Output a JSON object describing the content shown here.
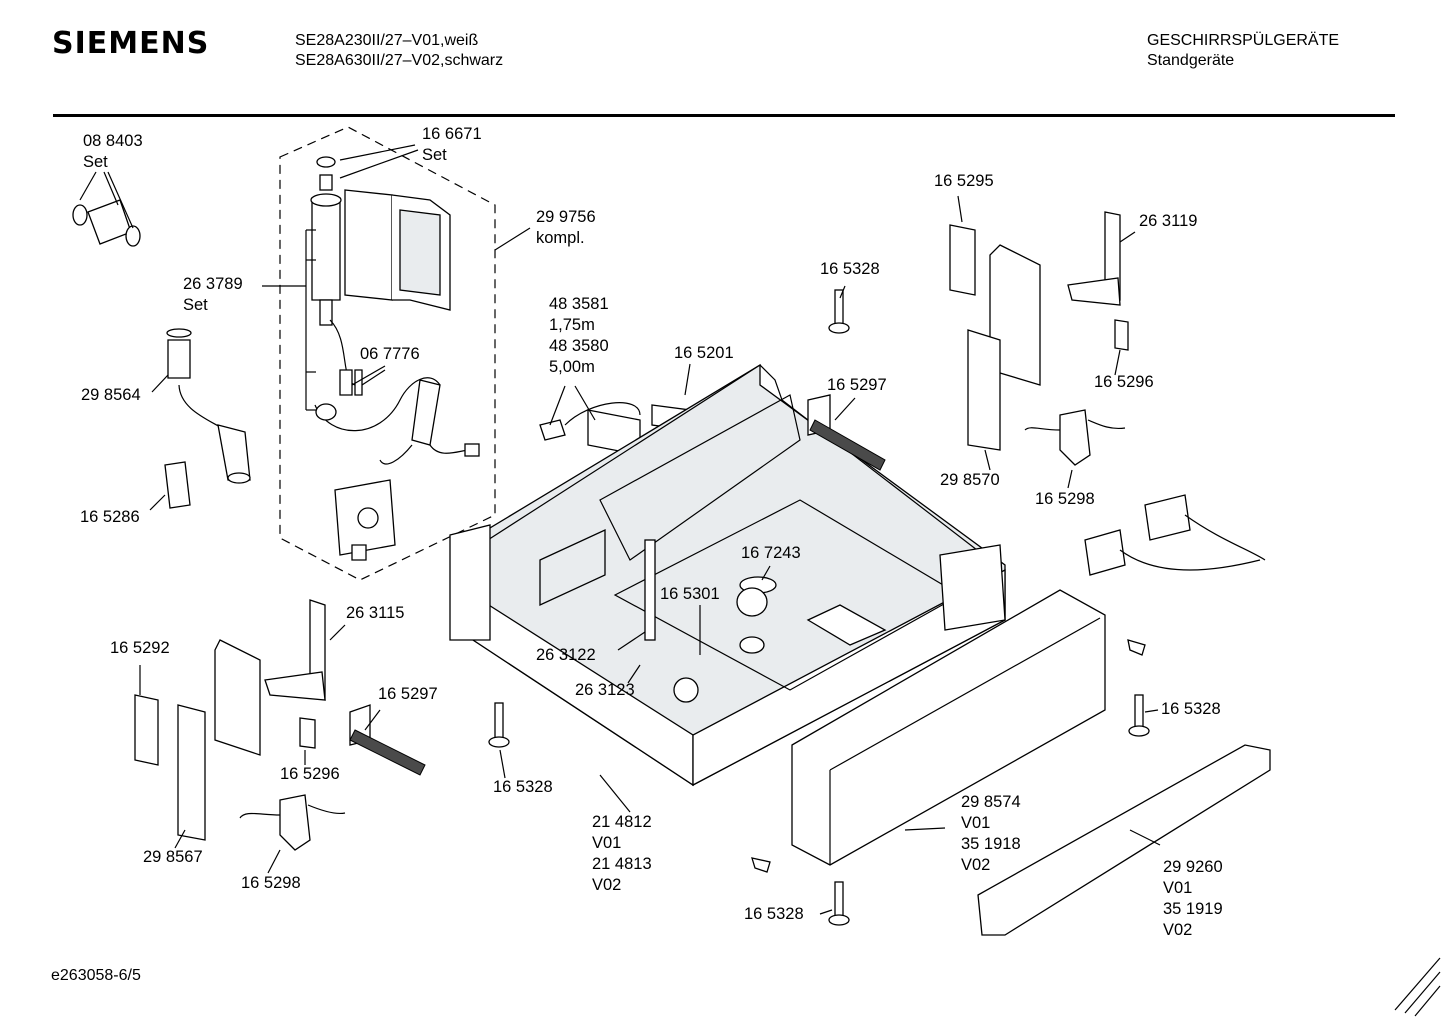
{
  "header": {
    "brand": "SIEMENS",
    "model_lines": [
      "SE28A230II/27–V01,weiß",
      "SE28A630II/27–V02,schwarz"
    ],
    "category_lines": [
      "GESCHIRRSPÜLGERÄTE",
      "Standgeräte"
    ]
  },
  "footer": {
    "doc_code": "e263058-6/5"
  },
  "labels": {
    "l088403": [
      "08 8403",
      "Set"
    ],
    "l166671": [
      "16 6671",
      "Set"
    ],
    "l299756": [
      "29 9756",
      "kompl."
    ],
    "l263789": [
      "26 3789",
      "Set"
    ],
    "l298564": [
      "29 8564"
    ],
    "l067776": [
      "06 7776"
    ],
    "l165286": [
      "16 5286"
    ],
    "l483581": [
      "48 3581",
      "1,75m",
      "48 3580",
      "5,00m"
    ],
    "l165201": [
      "16 5201"
    ],
    "l165328a": [
      "16 5328"
    ],
    "l165297a": [
      "16 5297"
    ],
    "l165295": [
      "16 5295"
    ],
    "l263119": [
      "26 3119"
    ],
    "l165296a": [
      "16 5296"
    ],
    "l298570": [
      "29 8570"
    ],
    "l165298a": [
      "16 5298"
    ],
    "l167243": [
      "16 7243"
    ],
    "l165301": [
      "16 5301"
    ],
    "l263122": [
      "26 3122"
    ],
    "l263123": [
      "26 3123"
    ],
    "l263115": [
      "26 3115"
    ],
    "l165292": [
      "16 5292"
    ],
    "l165297b": [
      "16 5297"
    ],
    "l165296b": [
      "16 5296"
    ],
    "l298567": [
      "29 8567"
    ],
    "l165298b": [
      "16 5298"
    ],
    "l165328b": [
      "16 5328"
    ],
    "l214812": [
      "21 4812",
      "V01",
      "21 4813",
      "V02"
    ],
    "l165328c": [
      "16 5328"
    ],
    "l298574": [
      "29 8574",
      "V01",
      "35 1918",
      "V02"
    ],
    "l165328d": [
      "16 5328"
    ],
    "l299260": [
      "29 9260",
      "V01",
      "35 1919",
      "V02"
    ]
  }
}
